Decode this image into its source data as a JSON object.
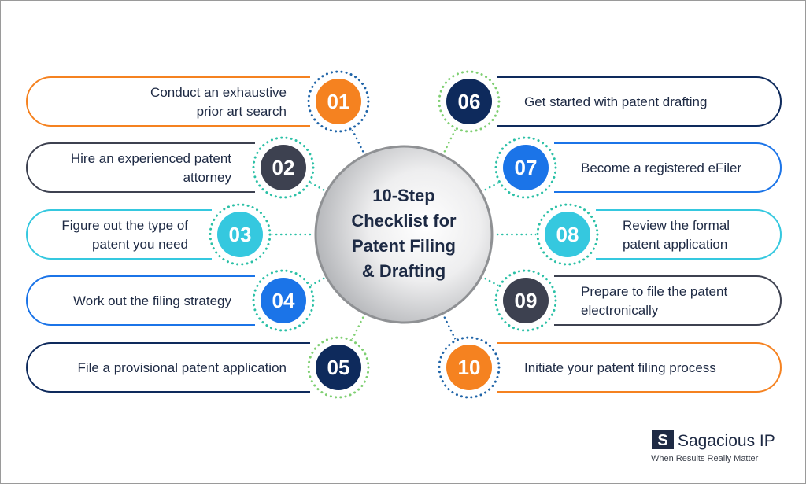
{
  "center": {
    "title_lines": [
      "10-Step",
      "Checklist for",
      "Patent Filing",
      "& Drafting"
    ]
  },
  "steps": [
    {
      "number": "01",
      "lines": [
        "Conduct an exhaustive",
        "prior art search"
      ],
      "color": "#f58220",
      "ring_color": "#1f64a8",
      "side": "left"
    },
    {
      "number": "02",
      "lines": [
        "Hire an experienced patent",
        "attorney"
      ],
      "color": "#3d4150",
      "ring_color": "#2bc0a6",
      "side": "left"
    },
    {
      "number": "03",
      "lines": [
        "Figure out the type of",
        "patent you need"
      ],
      "color": "#35c8df",
      "ring_color": "#2bc0a6",
      "side": "left"
    },
    {
      "number": "04",
      "lines": [
        "Work out the filing strategy"
      ],
      "color": "#1b74e8",
      "ring_color": "#2bc0a6",
      "side": "left"
    },
    {
      "number": "05",
      "lines": [
        "File a provisional patent application"
      ],
      "color": "#0e2a5c",
      "ring_color": "#7fcf72",
      "side": "left"
    },
    {
      "number": "06",
      "lines": [
        "Get started with patent drafting"
      ],
      "color": "#0e2a5c",
      "ring_color": "#7fcf72",
      "side": "right"
    },
    {
      "number": "07",
      "lines": [
        "Become a registered eFiler"
      ],
      "color": "#1b74e8",
      "ring_color": "#2bc0a6",
      "side": "right"
    },
    {
      "number": "08",
      "lines": [
        "Review the formal",
        "patent application"
      ],
      "color": "#35c8df",
      "ring_color": "#2bc0a6",
      "side": "right"
    },
    {
      "number": "09",
      "lines": [
        "Prepare to file the patent",
        "electronically"
      ],
      "color": "#3d4150",
      "ring_color": "#2bc0a6",
      "side": "right"
    },
    {
      "number": "10",
      "lines": [
        "Initiate your patent filing process"
      ],
      "color": "#f58220",
      "ring_color": "#1f64a8",
      "side": "right"
    }
  ],
  "logo": {
    "mark": "S",
    "name": "Sagacious IP",
    "tagline": "When Results Really Matter"
  }
}
